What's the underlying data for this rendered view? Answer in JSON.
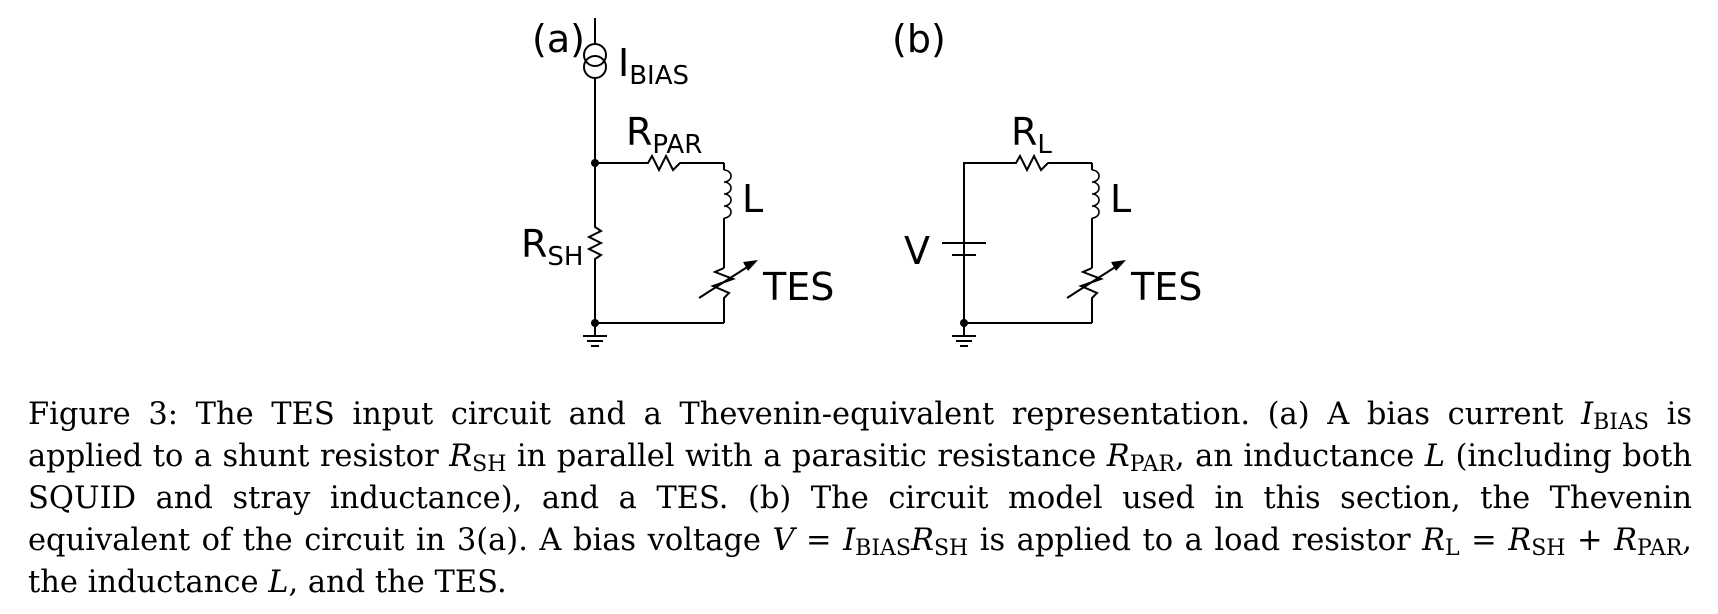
{
  "panels": {
    "a": {
      "label": "(a)",
      "bias_label": "I",
      "bias_sub": "BIAS",
      "par_label": "R",
      "par_sub": "PAR",
      "sh_label": "R",
      "sh_sub": "SH",
      "ind_label": "L",
      "tes_label": "TES"
    },
    "b": {
      "label": "(b)",
      "load_label": "R",
      "load_sub": "L",
      "volt_label": "V",
      "ind_label": "L",
      "tes_label": "TES"
    }
  },
  "caption": {
    "lead": "Figure 3:  The TES input circuit and a Thevenin-equivalent representation.  (a) A bias current ",
    "I": "I",
    "BIAS": "BIAS",
    "t1": " is applied to a shunt resistor ",
    "R": "R",
    "SH": "SH",
    "t2": " in parallel with a parasitic resistance ",
    "PAR": "PAR",
    "t3": ", an inductance ",
    "L": "L",
    "t4": " (including both SQUID and stray inductance), and a TES. (b) The circuit model used in this section, the Thevenin equivalent of the circuit in 3(a). A bias voltage ",
    "V": "V",
    "eq": " = ",
    "t5": " is applied to a load resistor ",
    "Lsub": "L",
    "plus": " + ",
    "t6": ", the inductance ",
    "t7": ", and the TES."
  }
}
